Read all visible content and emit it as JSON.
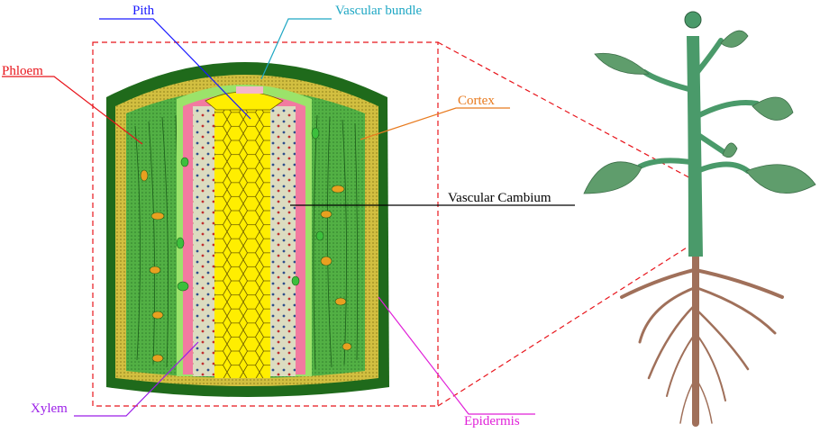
{
  "labels": {
    "pith": "Pith",
    "vascular_bundle": "Vascular bundle",
    "phloem": "Phloem",
    "cortex": "Cortex",
    "vascular_cambium": "Vascular Cambium",
    "xylem": "Xylem",
    "epidermis": "Epidermis"
  },
  "colors": {
    "pith": "#ffee00",
    "vascular_bundle": "#1ea7c4",
    "phloem": "#e8141b",
    "cortex": "#e87a1e",
    "vascular_cambium": "#000000",
    "xylem": "#9b1ee8",
    "epidermis": "#e020d8",
    "epidermis_fill": "#1f6a1b",
    "cortex_fill": "#c9b43a",
    "phloem_fill": "#4cae3d",
    "cambium_fill": "#f27aa0",
    "xylem_fill": "#dcdcc0",
    "root": "#a0705a",
    "stem": "#4a9a6a",
    "leaf": "#5f9d6c"
  },
  "icons": [
    "stem-cross-section",
    "plant-illustration"
  ]
}
